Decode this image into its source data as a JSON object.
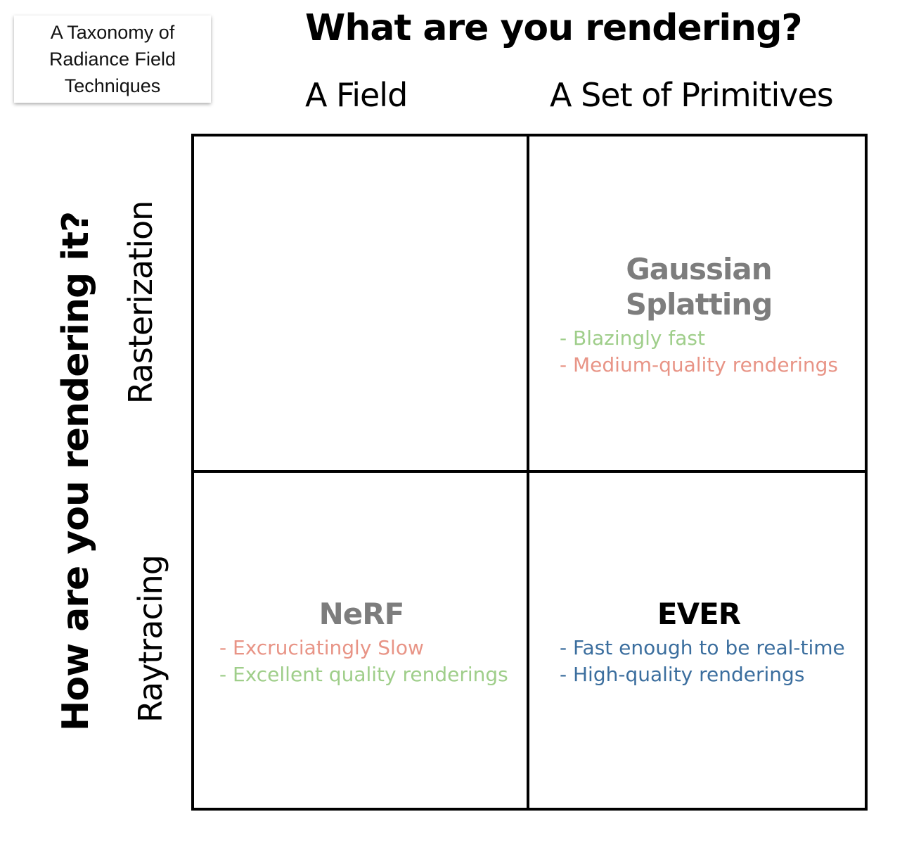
{
  "label_box": {
    "lines": [
      "A Taxonomy of",
      "Radiance Field",
      "Techniques"
    ]
  },
  "title": "What are you rendering?",
  "columns": {
    "field": "A Field",
    "primitives": "A Set of Primitives"
  },
  "vertical_title": "How are you rendering it?",
  "rows": {
    "rasterization": "Rasterization",
    "raytracing": "Raytracing"
  },
  "cells": {
    "gaussian": {
      "title": "Gaussian Splatting",
      "points": [
        "- Blazingly fast",
        "- Medium-quality renderings"
      ]
    },
    "nerf": {
      "title": "NeRF",
      "points": [
        "- Excruciatingly Slow",
        "- Excellent quality renderings"
      ]
    },
    "ever": {
      "title": "EVER",
      "points": [
        "- Fast enough to be real-time",
        "- High-quality renderings"
      ]
    }
  },
  "colors": {
    "pro": "#9fce8a",
    "con": "#e89486",
    "highlight": "#3b6e9e",
    "muted_title": "#7d7d7d"
  }
}
